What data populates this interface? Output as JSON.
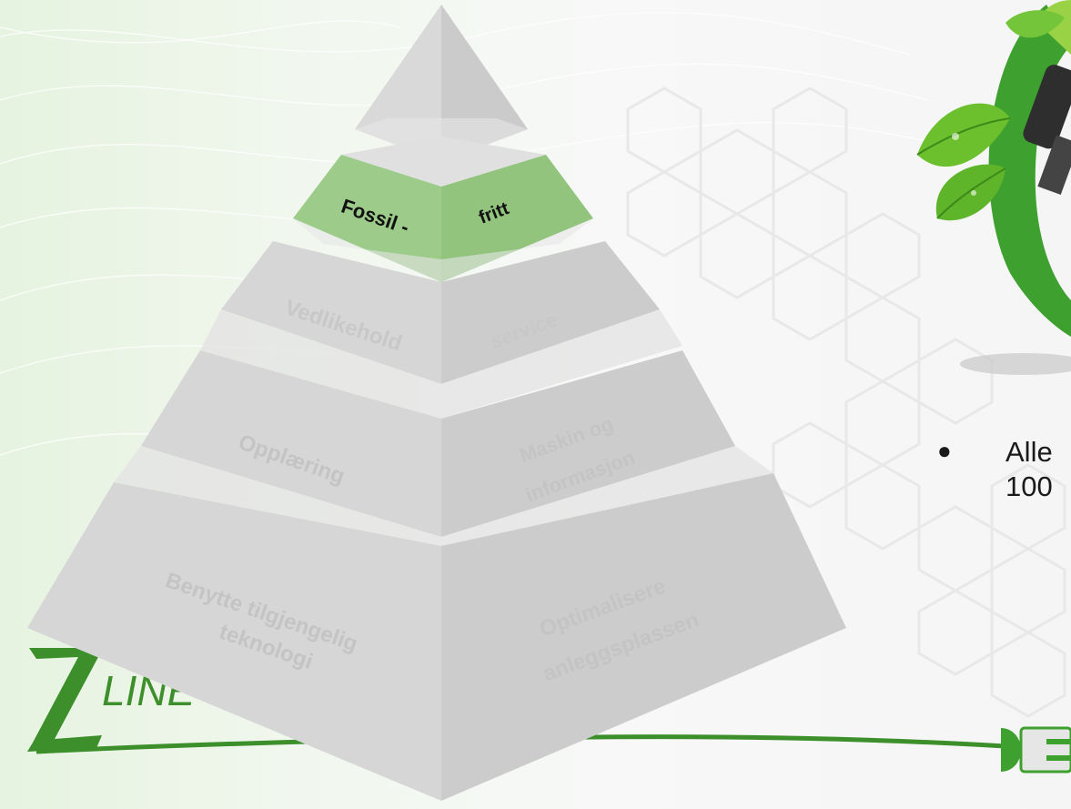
{
  "pyramid": {
    "levels": [
      {
        "left": "",
        "right": ""
      },
      {
        "left": "Fossil -",
        "right": "fritt"
      },
      {
        "left": "Vedlikehold",
        "right": "service"
      },
      {
        "left": "Opplæring",
        "right": "Maskin og informasjon",
        "right_lines": [
          "Maskin og",
          "informasjon"
        ]
      },
      {
        "left": "Benytte tilgjengelig teknologi",
        "left_lines": [
          "Benytte tilgjengelig",
          "teknologi"
        ],
        "right": "Optimalisere anleggsplassen",
        "right_lines": [
          "Optimalisere",
          "anleggsplassen"
        ]
      }
    ]
  },
  "logo": {
    "text": "LINE"
  },
  "bullet": {
    "line1": "Alle",
    "line2": "100"
  },
  "colors": {
    "highlight": "#9ccb8a",
    "face_left": "#d9d9d9",
    "face_right": "#cfcfcf",
    "logo_green": "#3c8f2a"
  }
}
